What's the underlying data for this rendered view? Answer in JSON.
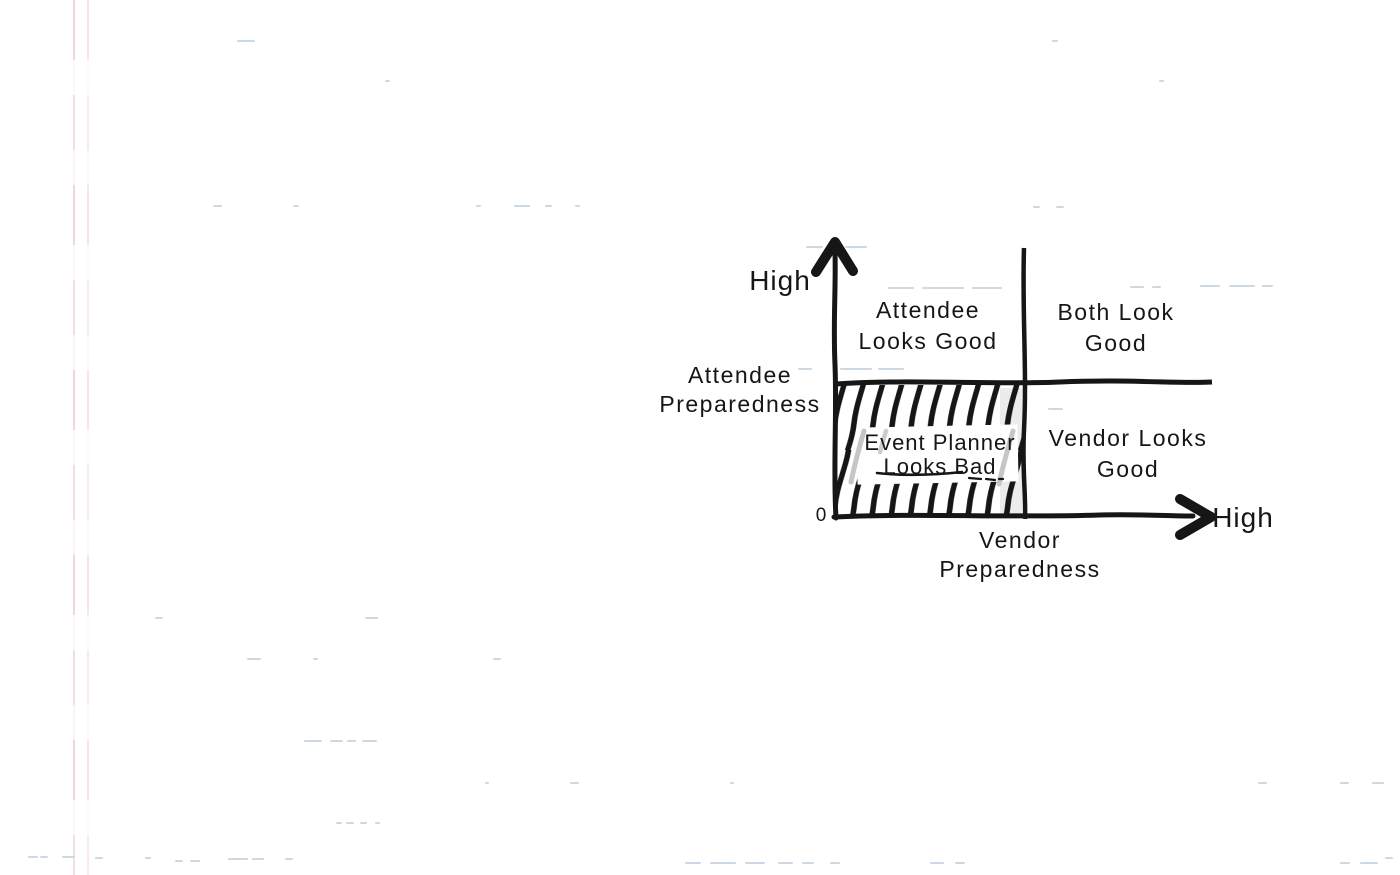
{
  "chart": {
    "type": "quadrant-matrix",
    "ink_color": "#161616",
    "y_axis": {
      "label": "Attendee\nPreparedness",
      "max_label": "High",
      "origin_label": "0"
    },
    "x_axis": {
      "label": "Vendor\nPreparedness",
      "max_label": "High"
    },
    "quadrants": {
      "top_left": "Attendee\nLooks Good",
      "top_right": "Both Look\nGood",
      "bottom_left": "Event Planner\nLooks Bad",
      "bottom_right": "Vendor Looks\nGood"
    },
    "emphasis": {
      "hatched_quadrant": "bottom_left",
      "underlined_text": "Looks Bad"
    }
  },
  "artifacts": {
    "pink_lines": [
      {
        "x": 73,
        "alpha": 0.55
      },
      {
        "x": 87,
        "alpha": 0.35
      }
    ],
    "blue_dashes": [
      [
        237,
        40,
        18
      ],
      [
        385,
        80,
        5
      ],
      [
        1052,
        40,
        6
      ],
      [
        1159,
        80,
        5
      ],
      [
        213,
        205,
        9
      ],
      [
        293,
        205,
        6
      ],
      [
        476,
        205,
        5
      ],
      [
        514,
        205,
        16
      ],
      [
        545,
        205,
        7
      ],
      [
        575,
        205,
        5
      ],
      [
        1033,
        206,
        7
      ],
      [
        1056,
        206,
        8
      ],
      [
        806,
        246,
        17
      ],
      [
        845,
        246,
        22
      ],
      [
        1130,
        286,
        14
      ],
      [
        1152,
        286,
        9
      ],
      [
        888,
        287,
        26
      ],
      [
        922,
        287,
        42
      ],
      [
        972,
        287,
        30
      ],
      [
        1200,
        285,
        20
      ],
      [
        1229,
        285,
        26
      ],
      [
        1262,
        285,
        11
      ],
      [
        798,
        368,
        14
      ],
      [
        840,
        368,
        32
      ],
      [
        878,
        368,
        26
      ],
      [
        1048,
        408,
        15
      ],
      [
        155,
        617,
        8
      ],
      [
        365,
        617,
        13
      ],
      [
        247,
        658,
        14
      ],
      [
        313,
        658,
        5
      ],
      [
        493,
        658,
        8
      ],
      [
        304,
        740,
        18
      ],
      [
        330,
        740,
        13
      ],
      [
        347,
        740,
        9
      ],
      [
        362,
        740,
        15
      ],
      [
        485,
        782,
        4
      ],
      [
        570,
        782,
        9
      ],
      [
        730,
        782,
        4
      ],
      [
        1258,
        782,
        9
      ],
      [
        1340,
        782,
        9
      ],
      [
        1372,
        782,
        12
      ],
      [
        336,
        822,
        6
      ],
      [
        346,
        822,
        8
      ],
      [
        360,
        822,
        7
      ],
      [
        375,
        822,
        5
      ],
      [
        28,
        856,
        10
      ],
      [
        40,
        856,
        8
      ],
      [
        62,
        856,
        13
      ],
      [
        95,
        857,
        8
      ],
      [
        145,
        857,
        6
      ],
      [
        175,
        860,
        8
      ],
      [
        190,
        860,
        10
      ],
      [
        228,
        858,
        20
      ],
      [
        252,
        858,
        12
      ],
      [
        285,
        858,
        8
      ],
      [
        685,
        862,
        16
      ],
      [
        710,
        862,
        26
      ],
      [
        745,
        862,
        20
      ],
      [
        778,
        862,
        15
      ],
      [
        802,
        862,
        12
      ],
      [
        830,
        862,
        10
      ],
      [
        930,
        862,
        14
      ],
      [
        955,
        862,
        10
      ],
      [
        1340,
        862,
        10
      ],
      [
        1360,
        862,
        18
      ],
      [
        1385,
        857,
        8
      ]
    ]
  }
}
